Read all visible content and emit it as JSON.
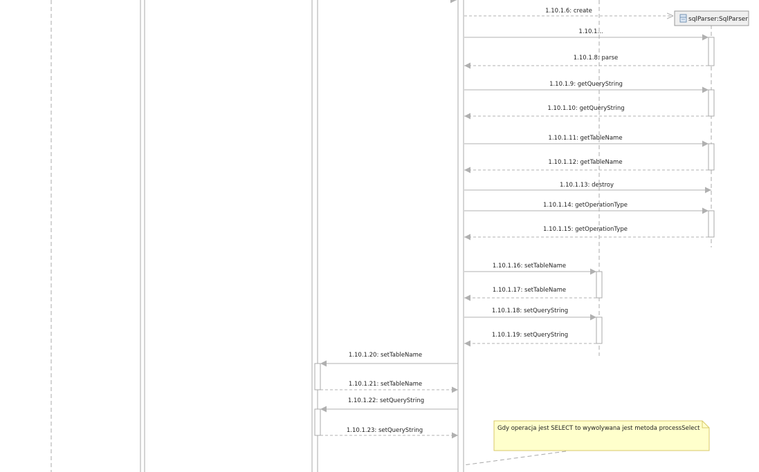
{
  "object": {
    "label": "sqlParser:SqlParser",
    "icon": "class-object-icon"
  },
  "messages": [
    {
      "id": "m6",
      "label": "1.10.1.6: create",
      "kind": "create"
    },
    {
      "id": "m7",
      "label": "1.10.1...",
      "kind": "call"
    },
    {
      "id": "m8",
      "label": "1.10.1.8: parse",
      "kind": "return"
    },
    {
      "id": "m9",
      "label": "1.10.1.9: getQueryString",
      "kind": "call"
    },
    {
      "id": "m10",
      "label": "1.10.1.10: getQueryString",
      "kind": "return"
    },
    {
      "id": "m11",
      "label": "1.10.1.11: getTableName",
      "kind": "call"
    },
    {
      "id": "m12",
      "label": "1.10.1.12: getTableName",
      "kind": "return"
    },
    {
      "id": "m13",
      "label": "1.10.1.13: destroy",
      "kind": "call"
    },
    {
      "id": "m14",
      "label": "1.10.1.14: getOperationType",
      "kind": "call"
    },
    {
      "id": "m15",
      "label": "1.10.1.15: getOperationType",
      "kind": "return"
    },
    {
      "id": "m16",
      "label": "1.10.1.16: setTableName",
      "kind": "call"
    },
    {
      "id": "m17",
      "label": "1.10.1.17: setTableName",
      "kind": "return"
    },
    {
      "id": "m18",
      "label": "1.10.1.18: setQueryString",
      "kind": "call"
    },
    {
      "id": "m19",
      "label": "1.10.1.19: setQueryString",
      "kind": "return"
    },
    {
      "id": "m20",
      "label": "1.10.1.20: setTableName",
      "kind": "call"
    },
    {
      "id": "m21",
      "label": "1.10.1.21: setTableName",
      "kind": "return"
    },
    {
      "id": "m22",
      "label": "1.10.1.22: setQueryString",
      "kind": "call"
    },
    {
      "id": "m23",
      "label": "1.10.1.23: setQueryString",
      "kind": "return"
    }
  ],
  "note": {
    "text": "Gdy operacja jest SELECT to wywolywana jest metoda processSelect"
  },
  "colors": {
    "line": "#a8a8a8",
    "activation_fill": "#ffffff",
    "object_fill": "#efefef",
    "note_fill": "#ffffcc",
    "note_border": "#d9c96a"
  }
}
